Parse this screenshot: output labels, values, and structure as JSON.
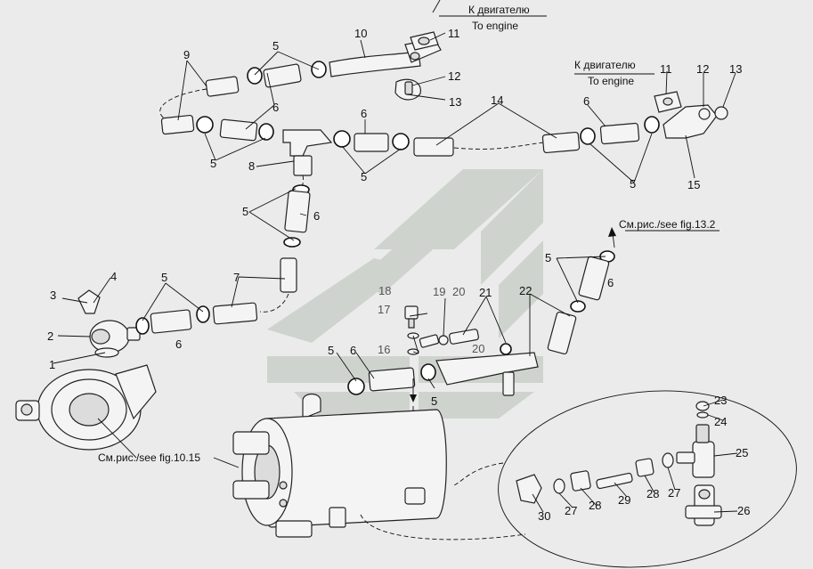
{
  "callouts": {
    "n1": "1",
    "n2": "2",
    "n3": "3",
    "n4": "4",
    "n5": "5",
    "n6": "6",
    "n7": "7",
    "n8": "8",
    "n9": "9",
    "n10": "10",
    "n11": "11",
    "n12": "12",
    "n13": "13",
    "n14": "14",
    "n15": "15",
    "n16": "16",
    "n17": "17",
    "n18": "18",
    "n19": "19",
    "n20": "20",
    "n21": "21",
    "n22": "22",
    "n23": "23",
    "n24": "24",
    "n25": "25",
    "n26": "26",
    "n27": "27",
    "n28": "28",
    "n29": "29",
    "n30": "30"
  },
  "refs": {
    "engine_ru": "К двигателю",
    "engine_en": "To engine",
    "fig_13_2": "См.рис./see fig.13.2",
    "fig_10_15": "См.рис./see fig.10.15"
  },
  "colors": {
    "background": "#ebebeb",
    "watermark": "#c9cfca",
    "line": "#111111"
  },
  "icons": [
    "watermark-logo-icon"
  ]
}
